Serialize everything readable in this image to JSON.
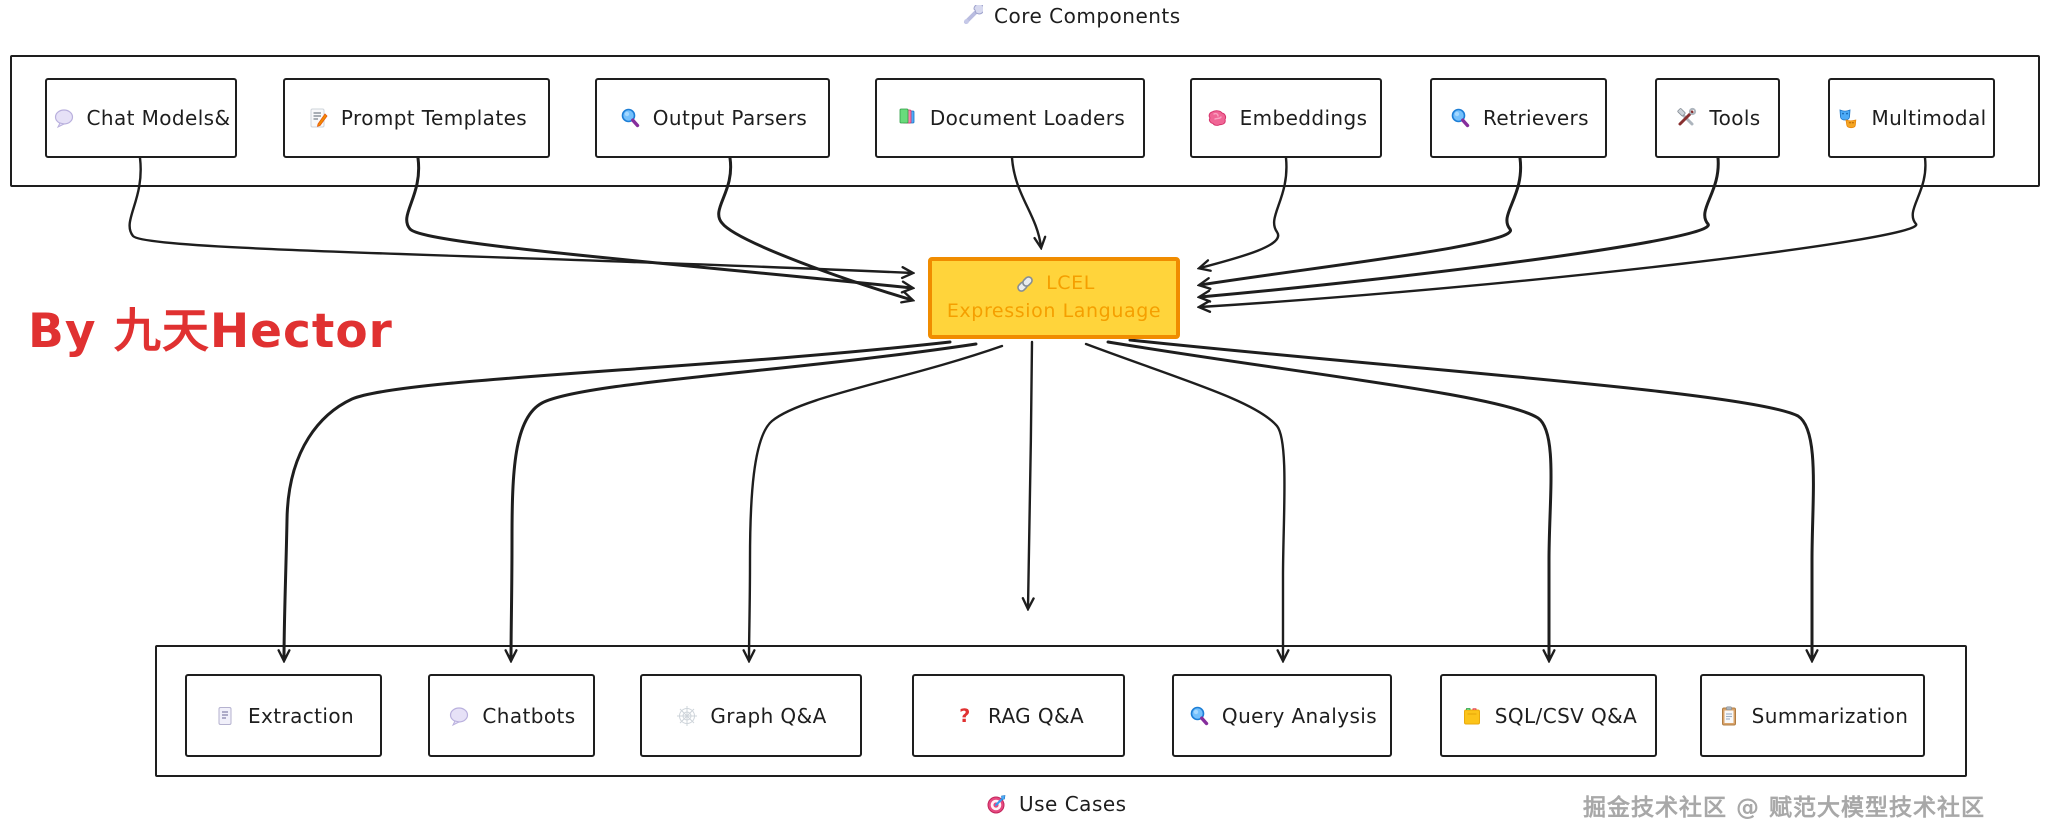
{
  "header": {
    "title": "Core Components",
    "icon": "wrench-icon"
  },
  "core_components": {
    "items": [
      {
        "label": "Chat Models&",
        "icon": "speech-bubble-icon"
      },
      {
        "label": "Prompt Templates",
        "icon": "memo-icon"
      },
      {
        "label": "Output Parsers",
        "icon": "magnifier-icon"
      },
      {
        "label": "Document Loaders",
        "icon": "books-icon"
      },
      {
        "label": "Embeddings",
        "icon": "brain-icon"
      },
      {
        "label": "Retrievers",
        "icon": "magnifier-icon"
      },
      {
        "label": "Tools",
        "icon": "hammer-wrench-icon"
      },
      {
        "label": "Multimodal",
        "icon": "masks-icon"
      }
    ]
  },
  "lcel": {
    "title": "LCEL",
    "subtitle": "Expression Language",
    "icon": "link-icon",
    "fill": "#ffd43b",
    "border": "#f08c00",
    "text_color": "#f59f00"
  },
  "author": {
    "text": "By 九天Hector",
    "color": "#e03131"
  },
  "use_cases": {
    "title": "Use Cases",
    "icon": "target-icon",
    "items": [
      {
        "label": "Extraction",
        "icon": "page-icon"
      },
      {
        "label": "Chatbots",
        "icon": "speech-bubble-icon"
      },
      {
        "label": "Graph Q&A",
        "icon": "web-icon"
      },
      {
        "label": "RAG Q&A",
        "icon": "question-icon"
      },
      {
        "label": "Query Analysis",
        "icon": "magnifier-icon"
      },
      {
        "label": "SQL/CSV Q&A",
        "icon": "card-index-icon"
      },
      {
        "label": "Summarization",
        "icon": "clipboard-icon"
      }
    ]
  },
  "watermark": {
    "text": "掘金技术社区 @ 赋范大模型技术社区"
  }
}
